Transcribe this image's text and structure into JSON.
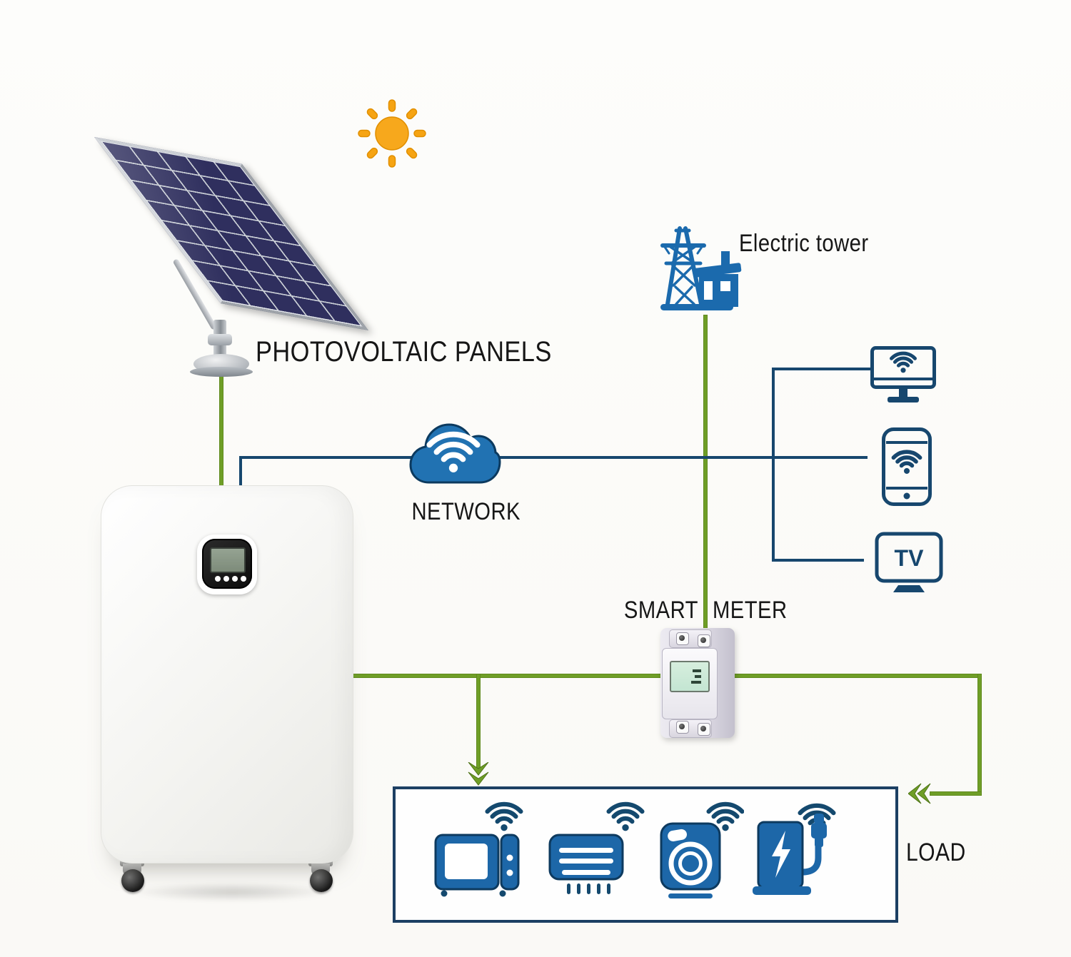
{
  "title": "Photovoltaic energy storage system diagram",
  "labels": {
    "photovoltaic_panels": "PHOTOVOLTAIC PANELS",
    "electric_tower": "Electric tower",
    "network": "NETWORK",
    "smart_meter_word1": "SMART",
    "smart_meter_word2": "METER",
    "load": "LOAD",
    "tv_screen_text": "TV"
  },
  "icons": {
    "sun": "sun-icon",
    "solar_panel": "solar-panel",
    "battery": "battery-storage-unit",
    "network_cloud": "wifi-cloud-icon",
    "electric_tower": "electric-tower-icon",
    "computer": "computer-wifi-icon",
    "smartphone": "smartphone-wifi-icon",
    "tv": "tv-icon",
    "smart_meter": "smart-meter-device",
    "microwave": "microwave-wifi-icon",
    "air_conditioner": "air-conditioner-wifi-icon",
    "washing_machine": "washing-machine-wifi-icon",
    "ev_charger": "ev-charger-wifi-icon",
    "arrow_down": "arrow-down-icon",
    "arrow_left": "arrow-left-icon"
  },
  "colors": {
    "line_green": "#6f9e27",
    "line_navy": "#17476e",
    "icon_blue": "#1d67a8",
    "cloud_blue": "#2172b2",
    "sun_orange": "#f6a413",
    "panel_cell_navy": "#2f2f5e",
    "load_box_border": "#1c3f63",
    "text": "#161616",
    "background": "#fcfcf9"
  }
}
